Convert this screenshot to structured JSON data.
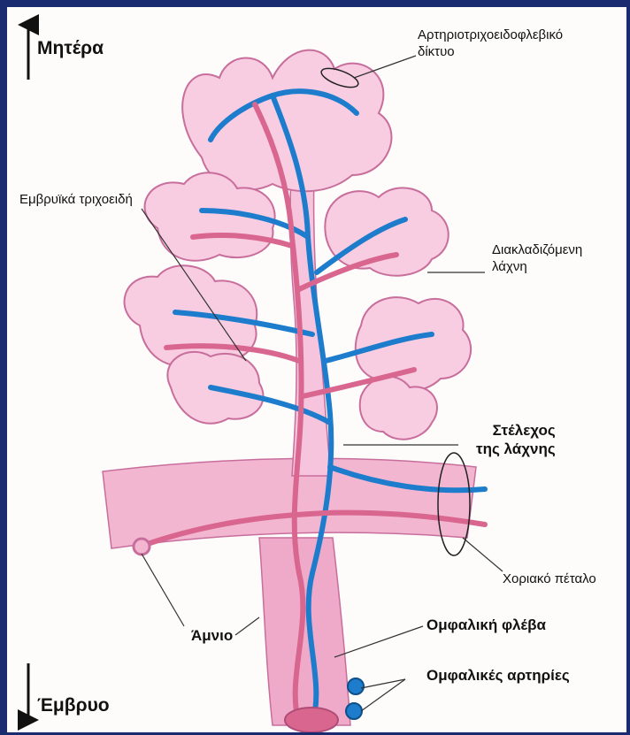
{
  "labels": {
    "mother": "Μητέρα",
    "embryo": "Έμβρυο",
    "capillary_network_line1": "Αρτηριοτριχοειδοφλεβικό",
    "capillary_network_line2": "δίκτυο",
    "fetal_capillaries": "Εμβρυϊκά τριχοειδή",
    "branching_villus_line1": "Διακλαδιζόμενη",
    "branching_villus_line2": "λάχνη",
    "villus_stem_line1": "Στέλεχος",
    "villus_stem_line2": "της λάχνης",
    "chorionic_plate": "Χοριακό πέταλο",
    "amnion": "Άμνιο",
    "umbilical_vein": "Ομφαλική φλέβα",
    "umbilical_arteries": "Ομφαλικές αρτηρίες"
  },
  "colors": {
    "background": "#1b2b70",
    "panel": "#fdfcfa",
    "tissue_fill": "#f6c4dc",
    "tissue_outline": "#c86e9c",
    "artery": "#d9668f",
    "vein": "#1e7ccc",
    "leader_line": "#333333"
  }
}
